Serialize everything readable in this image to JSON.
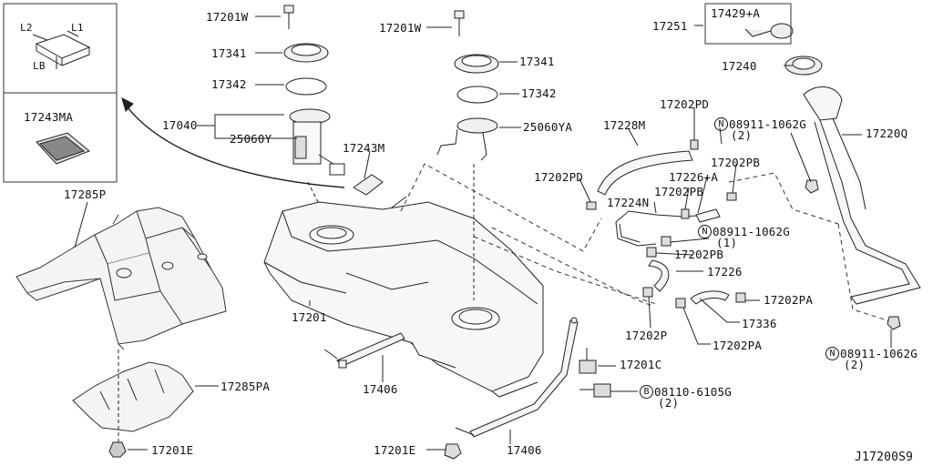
{
  "diagram_code": "J17200S9",
  "inset": {
    "dim_l1": "L1",
    "dim_l2": "L2",
    "dim_lb": "LB",
    "part_17243ma": "17243MA"
  },
  "labels": {
    "p17285p": "17285P",
    "p17201w_left": "17201W",
    "p17341_left": "17341",
    "p17342_left": "17342",
    "p17040": "17040",
    "p25060y": "25060Y",
    "p17243m": "17243M",
    "p17201": "17201",
    "p17201w_mid": "17201W",
    "p17341_mid": "17341",
    "p17342_mid": "17342",
    "p25060ya": "25060YA",
    "p17228m": "17228M",
    "p17202pd_top": "17202PD",
    "p17202pd_left": "17202PD",
    "p17224n": "17224N",
    "p17202pb_1": "17202PB",
    "p17226a": "17226+A",
    "p17202pb_2": "17202PB",
    "p17202pb_3": "17202PB",
    "p17226": "17226",
    "p17202p": "17202P",
    "p17336": "17336",
    "p17202pa_1": "17202PA",
    "p17202pa_2": "17202PA",
    "p17251": "17251",
    "p17429a": "17429+A",
    "p17240": "17240",
    "p17220q": "17220Q",
    "p17201c": "17201C",
    "p17406_left": "17406",
    "p17406_bottom": "17406",
    "p17201e_left": "17201E",
    "p17201e_bottom": "17201E",
    "p17285pa": "17285PA"
  },
  "callouts": {
    "n_top": {
      "mark": "N",
      "part": "08911-1062G",
      "qty": "(2)"
    },
    "n_mid": {
      "mark": "N",
      "part": "08911-1062G",
      "qty": "(1)"
    },
    "n_bottom": {
      "mark": "N",
      "part": "08911-1062G",
      "qty": "(2)"
    },
    "b_bolt": {
      "mark": "B",
      "part": "08110-6105G",
      "qty": "(2)"
    }
  }
}
